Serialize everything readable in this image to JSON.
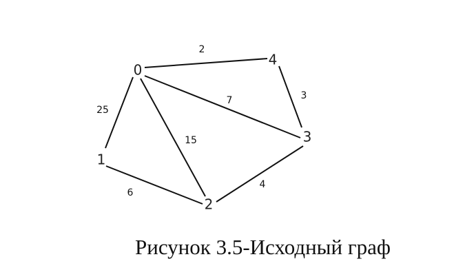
{
  "caption": "Рисунок 3.5-Исходный граф",
  "graph": {
    "nodes": [
      {
        "id": "0",
        "label": "0"
      },
      {
        "id": "1",
        "label": "1"
      },
      {
        "id": "2",
        "label": "2"
      },
      {
        "id": "3",
        "label": "3"
      },
      {
        "id": "4",
        "label": "4"
      }
    ],
    "edges": [
      {
        "from": "0",
        "to": "4",
        "weight": "2"
      },
      {
        "from": "4",
        "to": "3",
        "weight": "3"
      },
      {
        "from": "0",
        "to": "3",
        "weight": "7"
      },
      {
        "from": "0",
        "to": "1",
        "weight": "25"
      },
      {
        "from": "0",
        "to": "2",
        "weight": "15"
      },
      {
        "from": "1",
        "to": "2",
        "weight": "6"
      },
      {
        "from": "2",
        "to": "3",
        "weight": "4"
      }
    ]
  }
}
